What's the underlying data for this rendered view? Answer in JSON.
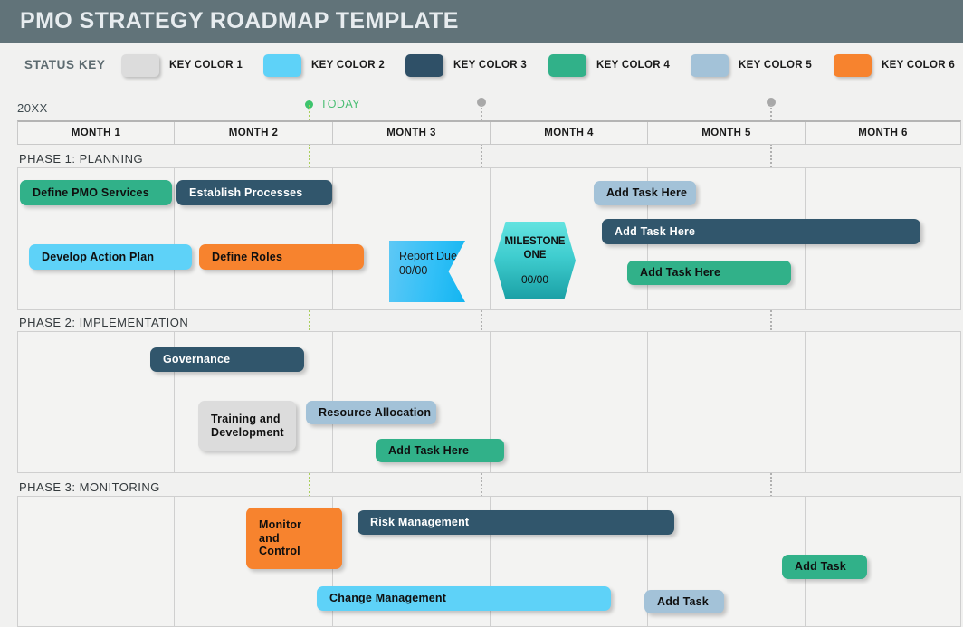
{
  "header": {
    "title": "PMO STRATEGY ROADMAP TEMPLATE",
    "bg": "#617379"
  },
  "status_key": {
    "label": "STATUS KEY",
    "items": [
      {
        "label": "KEY COLOR 1",
        "color": "#dcdcdc"
      },
      {
        "label": "KEY COLOR 2",
        "color": "#5ed2f8"
      },
      {
        "label": "KEY COLOR 3",
        "color": "#2f5067"
      },
      {
        "label": "KEY COLOR 4",
        "color": "#31b189"
      },
      {
        "label": "KEY COLOR 5",
        "color": "#a3c2d8"
      },
      {
        "label": "KEY COLOR 6",
        "color": "#f7832e"
      }
    ]
  },
  "timeline": {
    "year": "20XX",
    "today_label": "TODAY",
    "today_color": "#4bbf74",
    "marker_color": "#a8a8a8",
    "months": [
      "MONTH 1",
      "MONTH 2",
      "MONTH 3",
      "MONTH 4",
      "MONTH 5",
      "MONTH 6"
    ]
  },
  "phases": [
    {
      "label": "PHASE 1:  PLANNING",
      "tasks": [
        {
          "text": "Define PMO Services",
          "color": "#31b189",
          "fg": "#0f0f0f"
        },
        {
          "text": "Establish Processes",
          "color": "#31566c",
          "fg": "#ffffff"
        },
        {
          "text": "Develop Action Plan",
          "color": "#5ed2f8",
          "fg": "#0f0f0f"
        },
        {
          "text": "Define Roles",
          "color": "#f7832e",
          "fg": "#0f0f0f"
        },
        {
          "text": "Add Task Here",
          "color": "#a3c2d8",
          "fg": "#0f0f0f"
        },
        {
          "text": "Add Task Here",
          "color": "#31566c",
          "fg": "#ffffff"
        },
        {
          "text": "Add Task Here",
          "color": "#31b189",
          "fg": "#0f0f0f"
        }
      ],
      "ribbon": {
        "text": "Report\nDue\n00/00"
      },
      "milestone": {
        "title": "MILESTONE\nONE",
        "date": "00/00"
      }
    },
    {
      "label": "PHASE 2:  IMPLEMENTATION",
      "tasks": [
        {
          "text": "Governance",
          "color": "#31566c",
          "fg": "#ffffff"
        },
        {
          "text": "Training and\nDevelopment",
          "color": "#dcdcdc",
          "fg": "#0f0f0f"
        },
        {
          "text": "Resource Allocation",
          "color": "#a3c2d8",
          "fg": "#0f0f0f"
        },
        {
          "text": "Add Task Here",
          "color": "#31b189",
          "fg": "#0f0f0f"
        }
      ]
    },
    {
      "label": "PHASE 3:  MONITORING",
      "tasks": [
        {
          "text": "Monitor\nand\nControl",
          "color": "#f7832e",
          "fg": "#0f0f0f"
        },
        {
          "text": "Risk Management",
          "color": "#31566c",
          "fg": "#ffffff"
        },
        {
          "text": "Add Task",
          "color": "#31b189",
          "fg": "#0f0f0f"
        },
        {
          "text": "Change Management",
          "color": "#5ed2f8",
          "fg": "#0f0f0f"
        },
        {
          "text": "Add Task",
          "color": "#a3c2d8",
          "fg": "#0f0f0f"
        }
      ]
    }
  ]
}
